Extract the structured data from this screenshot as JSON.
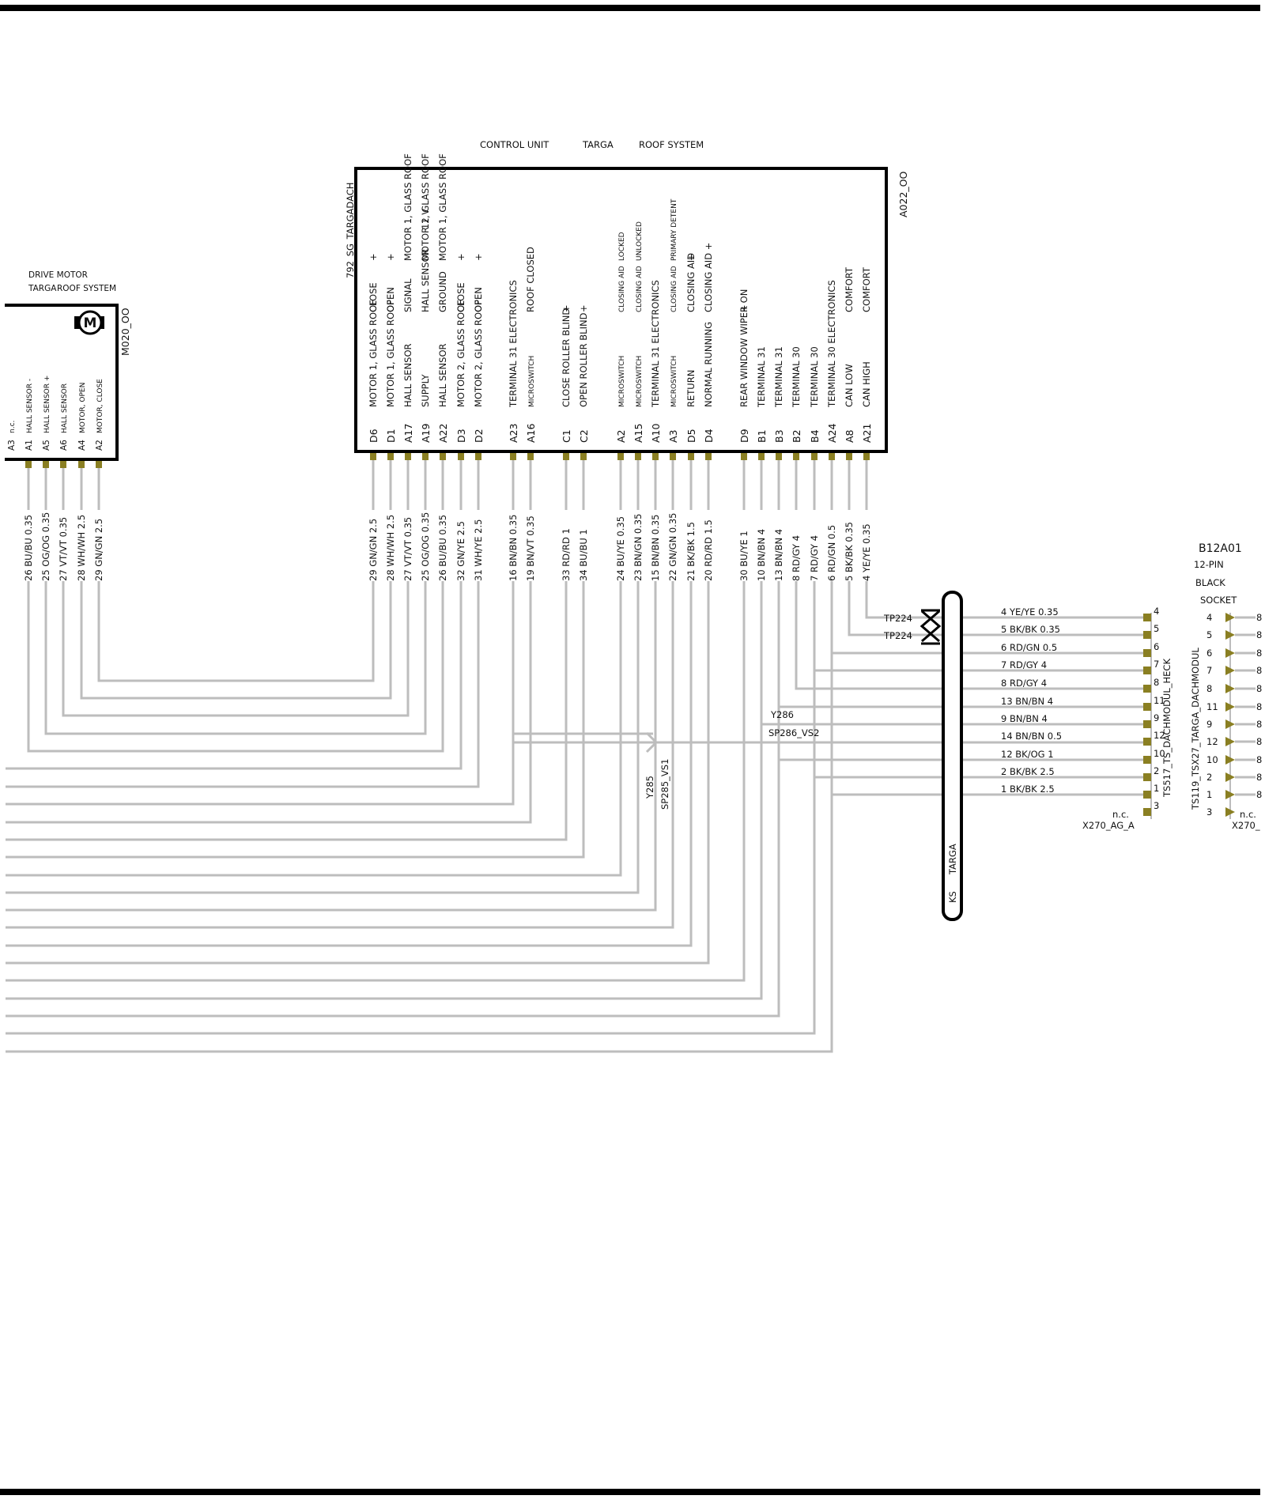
{
  "colors": {
    "wire": "#bdbdbd",
    "pad": "#8a7f22",
    "border": "#000000"
  },
  "main_unit": {
    "header": [
      "CONTROL UNIT",
      "TARGA",
      "ROOF SYSTEM"
    ],
    "ref": "792_SG_TARGADACH",
    "code": "A022_OO",
    "pins": [
      {
        "pin": "D6",
        "lines": [
          "MOTOR 1, GLASS ROOF",
          "CLOSE",
          "+"
        ],
        "wire": "29 GN/GN 2.5"
      },
      {
        "pin": "D1",
        "lines": [
          "MOTOR 1, GLASS ROOF",
          "OPEN",
          "+"
        ],
        "wire": "28 WH/WH 2.5"
      },
      {
        "pin": "A17",
        "lines": [
          "HALL SENSOR",
          "SIGNAL",
          "MOTOR 1, GLASS ROOF"
        ],
        "wire": "27 VT/VT 0.35"
      },
      {
        "pin": "A19",
        "lines": [
          "SUPPLY",
          "HALL SENSOR",
          "MOTOR 1, GLASS ROOF",
          "12 V"
        ],
        "wire": "25 OG/OG 0.35"
      },
      {
        "pin": "A22",
        "lines": [
          "HALL SENSOR",
          "GROUND",
          "MOTOR 1, GLASS ROOF"
        ],
        "wire": "26 BU/BU 0.35"
      },
      {
        "pin": "D3",
        "lines": [
          "MOTOR 2, GLASS ROOF",
          "CLOSE",
          "+"
        ],
        "wire": "32 GN/YE 2.5"
      },
      {
        "pin": "D2",
        "lines": [
          "MOTOR 2, GLASS ROOF",
          "OPEN",
          "+"
        ],
        "wire": "31 WH/YE 2.5"
      },
      {
        "pin": "A23",
        "lines": [
          "TERMINAL 31 ELECTRONICS"
        ],
        "wire": "16 BN/BN 0.35"
      },
      {
        "pin": "A16",
        "lines": [
          "MICROSWITCH",
          "ROOF CLOSED"
        ],
        "wire": "19 BN/VT 0.35"
      },
      {
        "pin": "C1",
        "lines": [
          "CLOSE ROLLER BLIND",
          "+"
        ],
        "wire": "33 RD/RD 1"
      },
      {
        "pin": "C2",
        "lines": [
          "OPEN ROLLER BLIND",
          "+"
        ],
        "wire": "34 BU/BU 1"
      },
      {
        "pin": "A2",
        "lines": [
          "MICROSWITCH",
          "CLOSING AID",
          "LOCKED"
        ],
        "wire": "24 BU/YE 0.35"
      },
      {
        "pin": "A15",
        "lines": [
          "MICROSWITCH",
          "CLOSING AID",
          "UNLOCKED"
        ],
        "wire": "23 BN/GN 0.35"
      },
      {
        "pin": "A10",
        "lines": [
          "TERMINAL 31 ELECTRONICS"
        ],
        "wire": "15 BN/BN 0.35"
      },
      {
        "pin": "A3",
        "lines": [
          "MICROSWITCH",
          "CLOSING AID",
          "PRIMARY DETENT"
        ],
        "wire": "22 GN/GN 0.35"
      },
      {
        "pin": "D5",
        "lines": [
          "RETURN",
          "CLOSING AID",
          "+"
        ],
        "wire": "21 BK/BK 1.5"
      },
      {
        "pin": "D4",
        "lines": [
          "NORMAL RUNNING",
          "CLOSING AID +"
        ],
        "wire": "20 RD/RD 1.5"
      },
      {
        "pin": "D9",
        "lines": [
          "REAR WINDOW WIPER ON",
          "+"
        ],
        "wire": "30 BU/YE 1"
      },
      {
        "pin": "B1",
        "lines": [
          "TERMINAL 31"
        ],
        "wire": "10 BN/BN 4"
      },
      {
        "pin": "B3",
        "lines": [
          "TERMINAL 31"
        ],
        "wire": "13 BN/BN 4"
      },
      {
        "pin": "B2",
        "lines": [
          "TERMINAL 30"
        ],
        "wire": "8 RD/GY 4"
      },
      {
        "pin": "B4",
        "lines": [
          "TERMINAL 30"
        ],
        "wire": "7 RD/GY 4"
      },
      {
        "pin": "A24",
        "lines": [
          "TERMINAL 30 ELECTRONICS"
        ],
        "wire": "6 RD/GN 0.5"
      },
      {
        "pin": "A8",
        "lines": [
          "CAN LOW",
          "COMFORT"
        ],
        "wire": "5 BK/BK 0.35"
      },
      {
        "pin": "A21",
        "lines": [
          "CAN HIGH",
          "COMFORT"
        ],
        "wire": "4 YE/YE 0.35"
      }
    ]
  },
  "motor": {
    "title": [
      "DRIVE MOTOR",
      "TARGA",
      "ROOF SYSTEM"
    ],
    "code": "M020_OO",
    "symbol": "M",
    "pins": [
      {
        "pin": "A3",
        "label": "n.c.",
        "wire": ""
      },
      {
        "pin": "A1",
        "label": "HALL SENSOR -",
        "wire": "26 BU/BU 0.35"
      },
      {
        "pin": "A5",
        "label": "HALL SENSOR +",
        "wire": "25 OG/OG 0.35"
      },
      {
        "pin": "A6",
        "label": "HALL SENSOR",
        "wire": "27 VT/VT 0.35"
      },
      {
        "pin": "A4",
        "label": "MOTOR, OPEN",
        "wire": "28 WH/WH 2.5"
      },
      {
        "pin": "A2",
        "label": "MOTOR, CLOSE",
        "wire": "29 GN/GN 2.5"
      }
    ]
  },
  "splices": {
    "tp_upper": "TP224",
    "tp_lower": "TP224",
    "y286": "Y286",
    "sp286": "SP286_VS2",
    "y285": "Y285",
    "sp285": "SP285_VS1"
  },
  "harness": {
    "label_ks": "KS",
    "label_targa": "TARGA"
  },
  "connector_left": {
    "code": "X270_AG_A",
    "nc": "n.c.",
    "ts_label": "TS517_TS_DACHMODUL_HECK",
    "rows": [
      {
        "pin": "4",
        "wire": "4 YE/YE 0.35"
      },
      {
        "pin": "5",
        "wire": "5 BK/BK 0.35"
      },
      {
        "pin": "6",
        "wire": "6 RD/GN 0.5"
      },
      {
        "pin": "7",
        "wire": "7 RD/GY 4"
      },
      {
        "pin": "8",
        "wire": "8 RD/GY 4"
      },
      {
        "pin": "11",
        "wire": "13 BN/BN 4"
      },
      {
        "pin": "9",
        "wire": "9 BN/BN 4"
      },
      {
        "pin": "12",
        "wire": "14 BN/BN 0.5"
      },
      {
        "pin": "10",
        "wire": "12 BK/OG 1"
      },
      {
        "pin": "2",
        "wire": "2 BK/BK 2.5"
      },
      {
        "pin": "1",
        "wire": "1 BK/BK 2.5"
      },
      {
        "pin": "3",
        "wire": ""
      }
    ]
  },
  "connector_right": {
    "title": "B12A01",
    "lines": [
      "12-PIN",
      "BLACK",
      "SOCKET"
    ],
    "code": "X270_",
    "nc": "n.c.",
    "ts_label": "TS119_TSX27_TARGA_DACHMODUL",
    "pins": [
      "4",
      "5",
      "6",
      "7",
      "8",
      "11",
      "9",
      "12",
      "10",
      "2",
      "1",
      "3"
    ],
    "trail": "8"
  }
}
